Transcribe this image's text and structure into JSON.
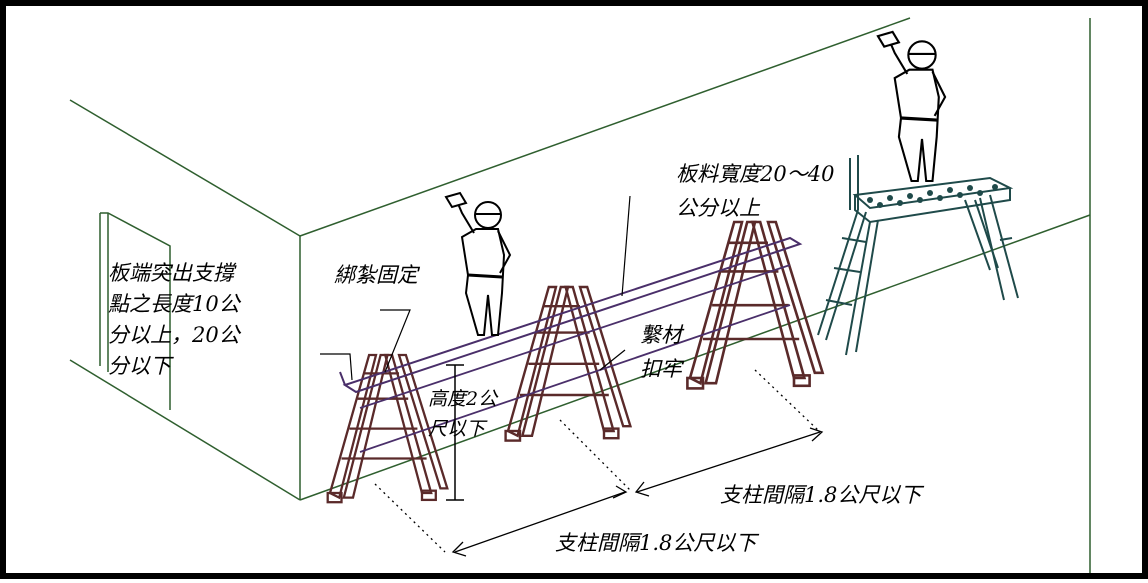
{
  "labels": {
    "board_overhang": "板端突出支撐\n點之長度10公\n分以上，20公\n分以下",
    "lashing": "綁紮固定",
    "board_width": "板料寬度20～40\n公分以上",
    "fastening": "繫材\n扣牢",
    "height": "高度2公\n尺以下",
    "spacing_right": "支柱間隔1.8公尺以下",
    "spacing_bottom": "支柱間隔1.8公尺以下"
  },
  "colors": {
    "wall_line": "#2f5f2f",
    "ladder": "#5a2a2a",
    "plank": "#4a2f6a",
    "platform": "#1f4a4a",
    "ink": "#000000"
  }
}
